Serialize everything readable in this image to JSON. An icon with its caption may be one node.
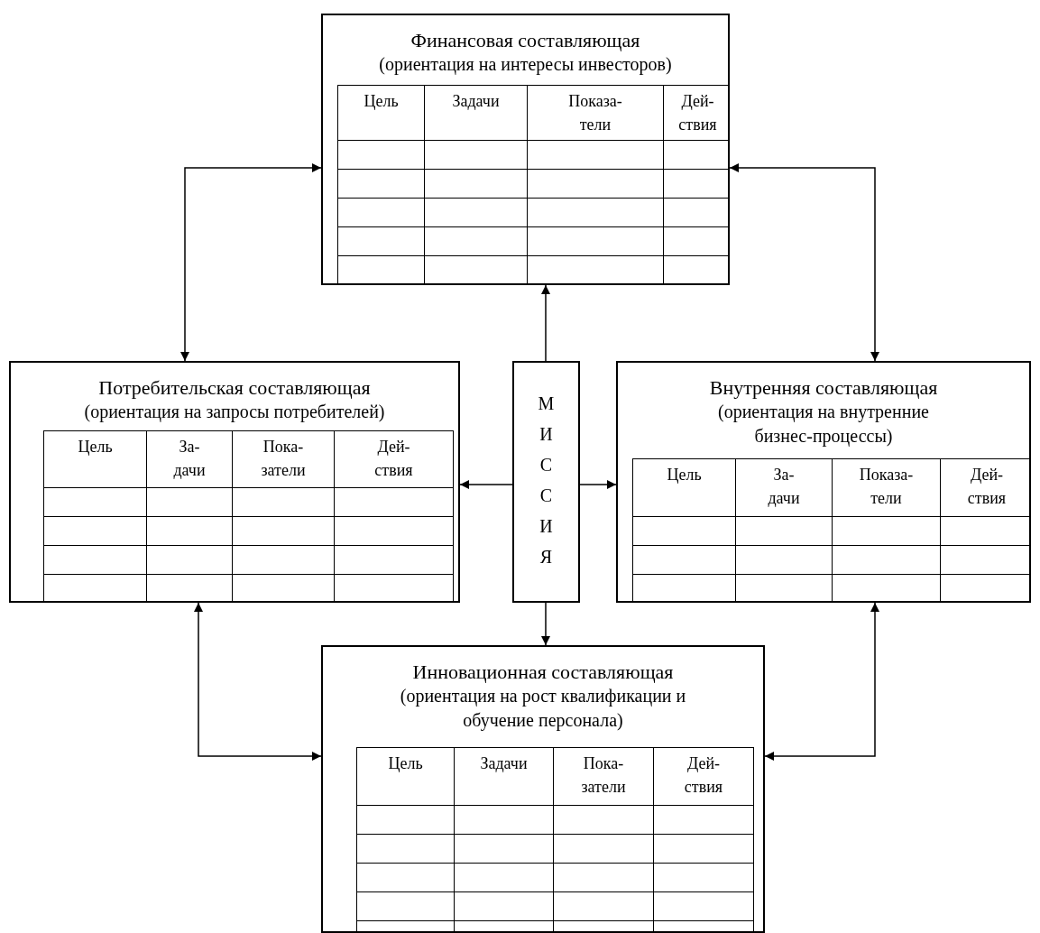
{
  "diagram": {
    "nodes": [
      {
        "text": [
          "Финансовая составляющая",
          "(ориентация на интересы инвесторов)",
          "Цель",
          "Задачи",
          "Показа- тели",
          "Дей- ствия"
        ]
      },
      {
        "text": [
          "Потребительская составляющая",
          "(ориентация на запросы потребителей)",
          "Цель",
          "За- дачи",
          "Пока- затели",
          "Дей- ствия"
        ]
      },
      {
        "text": [
          "МИССИЯ"
        ]
      },
      {
        "text": [
          "Внутренняя составляющая",
          "(ориентация на внутренние бизнес-процессы)",
          "Цель",
          "За- дачи",
          "Показа- тели",
          "Дей- ствия"
        ]
      },
      {
        "text": [
          "Инновационная составляющая",
          "(ориентация на рост квалификации и обучение персонала)",
          "Цель",
          "Задачи",
          "Пока- затели",
          "Дей- ствия"
        ]
      }
    ],
    "edges": [
      {
        "from": 1,
        "to": 0,
        "arrow": "both"
      },
      {
        "from": 3,
        "to": 0,
        "arrow": "both"
      },
      {
        "from": 2,
        "to": 0,
        "arrow": "to"
      },
      {
        "from": 2,
        "to": 1,
        "arrow": "to"
      },
      {
        "from": 2,
        "to": 3,
        "arrow": "to"
      },
      {
        "from": 2,
        "to": 4,
        "arrow": "to"
      },
      {
        "from": 1,
        "to": 4,
        "arrow": "both"
      },
      {
        "from": 3,
        "to": 4,
        "arrow": "both"
      }
    ]
  }
}
